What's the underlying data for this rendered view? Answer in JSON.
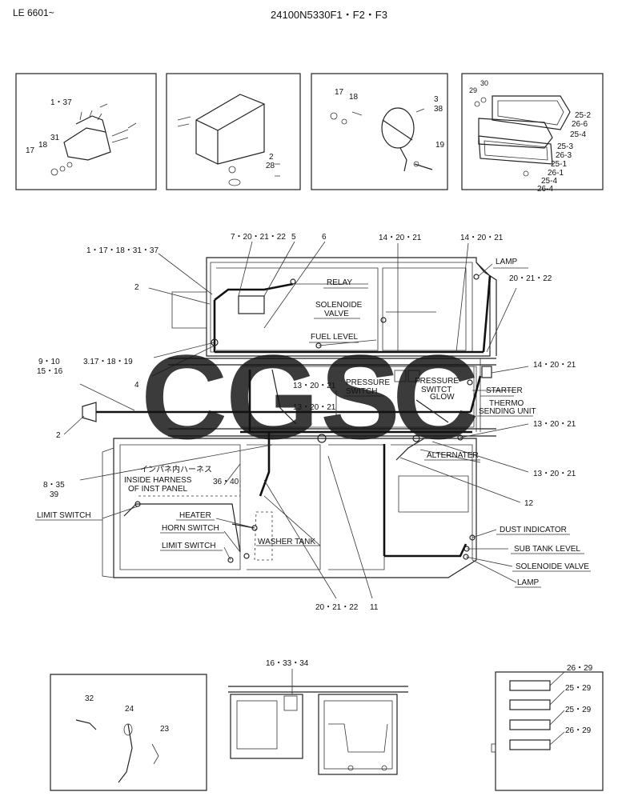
{
  "header": {
    "model": "LE 6601~",
    "part_number": "24100N5330F1・F2・F3"
  },
  "top_panels": {
    "panel1": [
      "1・37",
      "18",
      "31",
      "17"
    ],
    "panel2": [
      "2",
      "28"
    ],
    "panel3": [
      "17",
      "18",
      "3",
      "38",
      "19"
    ],
    "panel4": [
      "29",
      "30",
      "25-2",
      "26-6",
      "25-4",
      "25-3",
      "26-3",
      "25-1",
      "26-1",
      "25-4",
      "26-4"
    ]
  },
  "main_callouts": {
    "c_1_17_18_31_37": "1・17・18・31・37",
    "c_2_top": "2",
    "c_7_20_21_22": "7・20・21・22",
    "c_5": "5",
    "c_6": "6",
    "c_14_20_21_a": "14・20・21",
    "c_14_20_21_b": "14・20・21",
    "c_20_21_22": "20・21・22",
    "c_3_17_18_19": "3.17・18・19",
    "c_4": "4",
    "c_9_10": "9・10",
    "c_15_16": "15・16",
    "c_2_left": "2",
    "c_13_20_21_a": "13・20・21",
    "c_13_20_21_b": "13・20・21",
    "c_14_20_21_c": "14・20・21",
    "c_13_20_21_c": "13・20・21",
    "c_13_20_21_d": "13・20・21",
    "c_12": "12",
    "c_8_35": "8・35",
    "c_39": "39",
    "c_36_40": "36・40",
    "c_20_21_22_bottom": "20・21・22",
    "c_11": "11"
  },
  "component_labels": {
    "lamp_top": "LAMP",
    "relay": "RELAY",
    "solenoide_valve_top_1": "SOLENOIDE",
    "solenoide_valve_top_2": "VALVE",
    "fuel_level": "FUEL LEVEL",
    "pressure_switch_1": "PRESSURE",
    "pressure_switch_2": "SWITCH",
    "pressure_switch_glow_1": "PRESSURE",
    "pressure_switch_glow_2": "SWITCT",
    "pressure_switch_glow_3": "GLOW",
    "starter": "STARTER",
    "thermo_1": "THERMO",
    "thermo_2": "SENDING UNIT",
    "alternater": "ALTERNATER",
    "inside_harness_jp": "インパネ内ハーネス",
    "inside_harness_1": "INSIDE HARNESS",
    "inside_harness_2": "OF INST PANEL",
    "limit_switch_left": "LIMIT SWITCH",
    "heater": "HEATER",
    "horn_switch": "HORN SWITCH",
    "limit_switch": "LIMIT SWITCH",
    "washer_tank": "WASHER TANK",
    "dust_indicator": "DUST INDICATOR",
    "sub_tank_level": "SUB TANK LEVEL",
    "solenoide_valve_bottom": "SOLENOIDE VALVE",
    "lamp_bottom": "LAMP"
  },
  "bottom_panels": {
    "left": [
      "32",
      "24",
      "23"
    ],
    "center": [
      "16・33・34"
    ],
    "right": [
      "26・29",
      "25・29",
      "25・29",
      "26・29"
    ]
  },
  "watermark": {
    "letters": [
      "C",
      "G",
      "S",
      "C"
    ],
    "colors": [
      "#4a8af4",
      "#ea4335",
      "#fbbc05",
      "#34a853"
    ]
  }
}
